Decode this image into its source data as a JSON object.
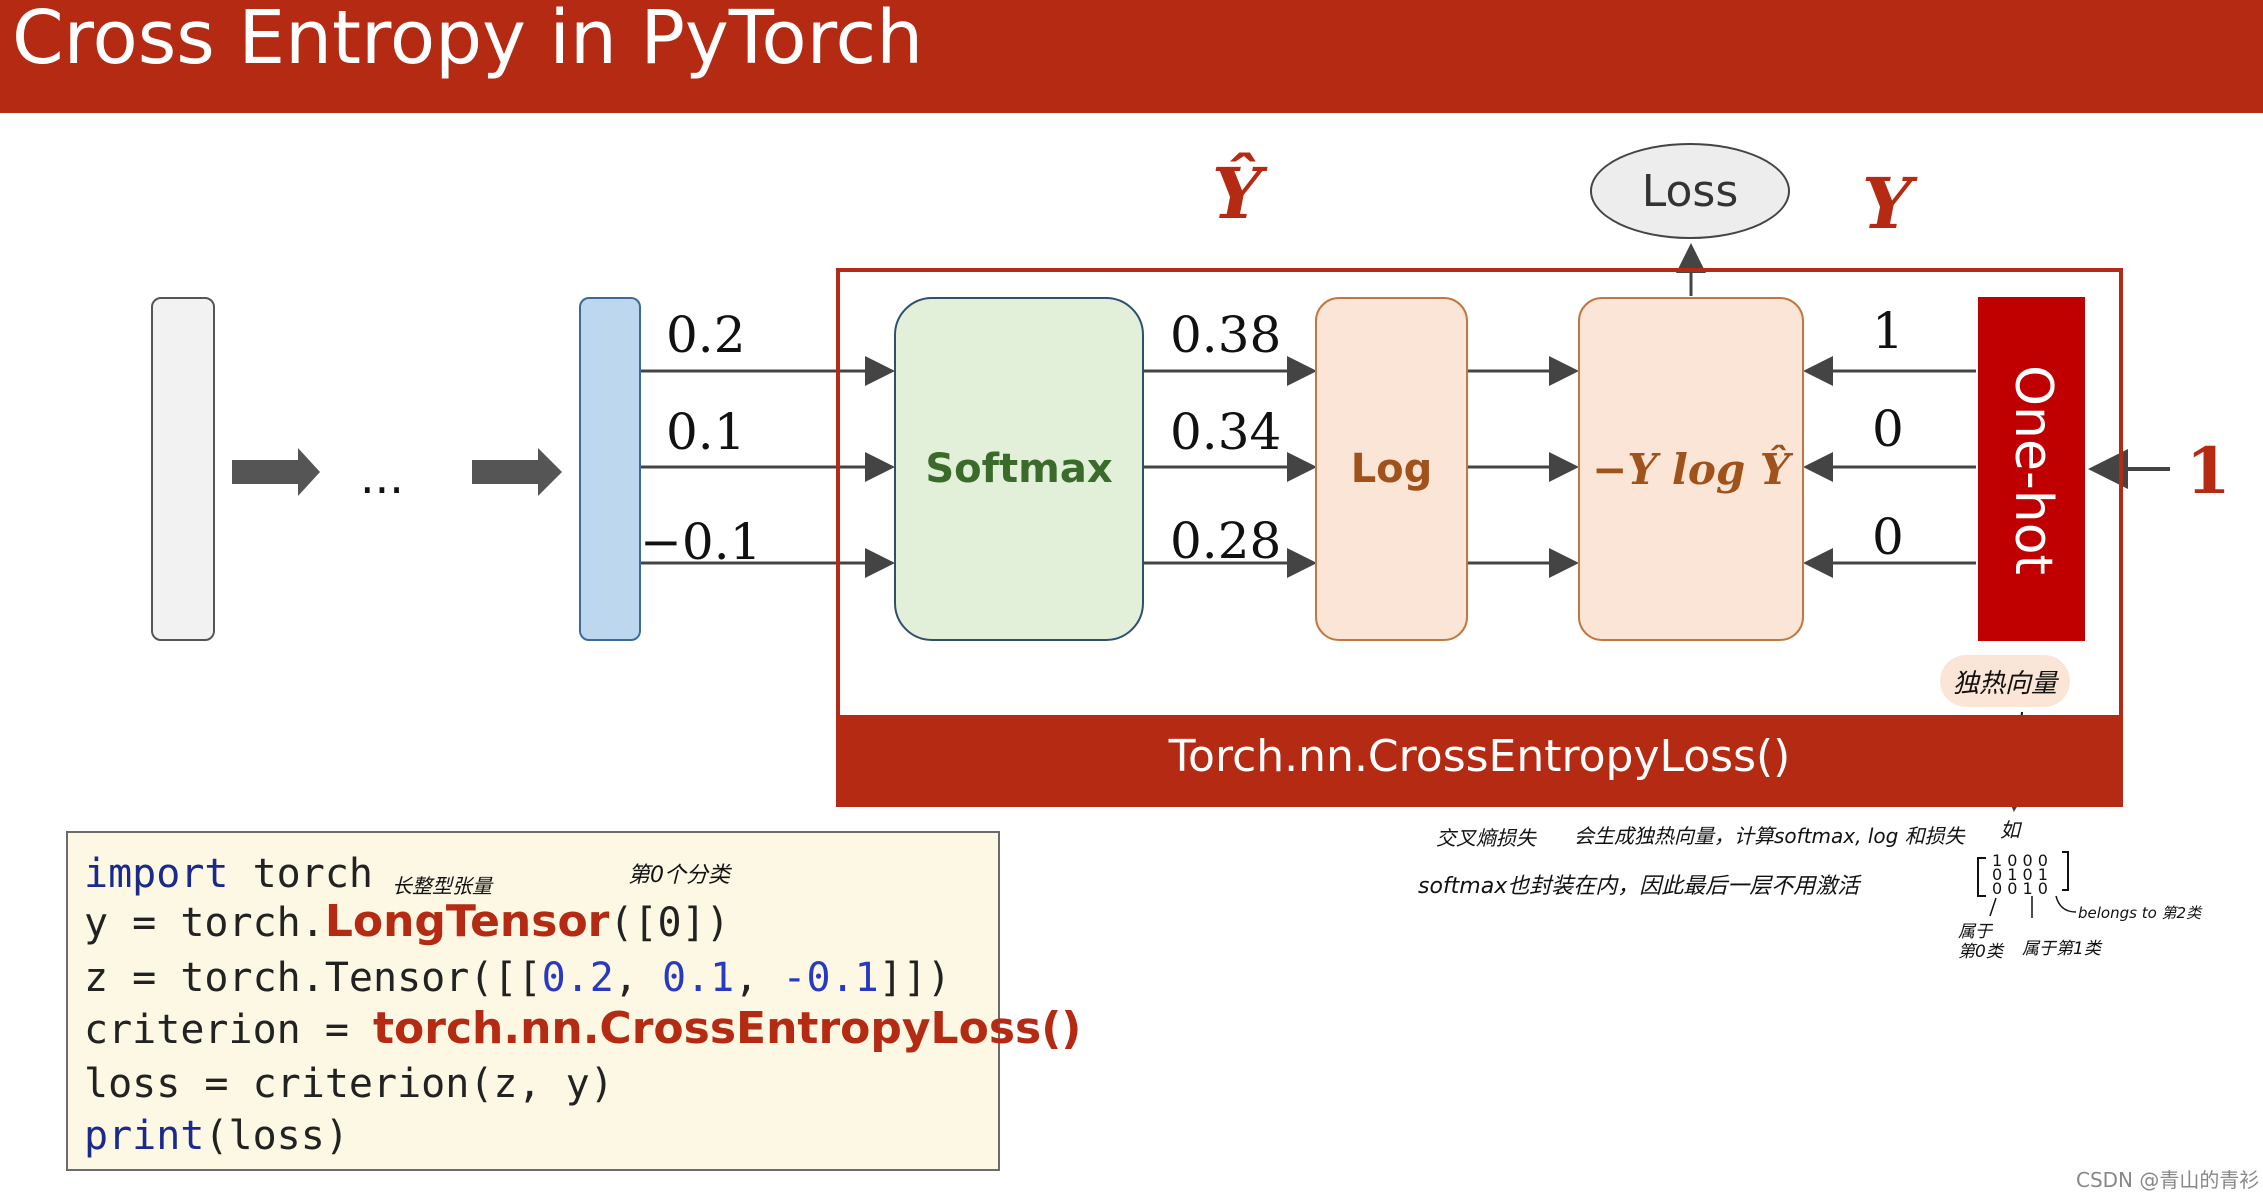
{
  "title": "Cross Entropy in PyTorch",
  "yhat_label": "Ŷ",
  "y_label": "Y",
  "loss_label": "Loss",
  "ellipsis": "...",
  "logits": [
    "0.2",
    "0.1",
    "−0.1"
  ],
  "softmax_label": "Softmax",
  "probs": [
    "0.38",
    "0.34",
    "0.28"
  ],
  "log_label": "Log",
  "formula": "−Y log Ŷ",
  "onehot_values": [
    "1",
    "0",
    "0"
  ],
  "onehot_label": "One-hot",
  "target_value": "1",
  "box_caption": "Torch.nn.CrossEntropyLoss()",
  "code": {
    "l1_kw": "import",
    "l1_rest": " torch",
    "l2_a": "y = torch.",
    "l2_b": "LongTensor",
    "l2_c": "([0])",
    "l3_a": "z = torch.Tensor([[",
    "l3_n1": "0.2",
    "l3_s1": ", ",
    "l3_n2": "0.1",
    "l3_s2": ", ",
    "l3_n3": "-0.1",
    "l3_e": "]])",
    "l4_a": "criterion = ",
    "l4_b": "torch.nn.CrossEntropyLoss()",
    "l5": "loss = criterion(z, y)",
    "l6_kw": "print",
    "l6_rest": "(loss)"
  },
  "notes": {
    "longtensor": "长整型张量",
    "class0": "第0个分类",
    "onehot_tag": "独热向量",
    "n1": "交叉熵损失",
    "n2": "会生成独热向量，计算softmax, log 和损失",
    "n3": "softmax也封装在内，因此最后一层不用激活",
    "ru": "如",
    "belongs": "belongs to 第2类",
    "cls1": "属于第0类",
    "cls2": "属于第1类"
  },
  "watermark": "CSDN @青山的青衫",
  "colors": {
    "title_bg": "#b52a12",
    "softmax_fill": "#e2efd9",
    "softmax_text": "#3a6b2a",
    "log_fill": "#fbe5d6",
    "log_text": "#a0521a",
    "onehot_fill": "#c00000",
    "logit_fill": "#bdd7ee"
  }
}
